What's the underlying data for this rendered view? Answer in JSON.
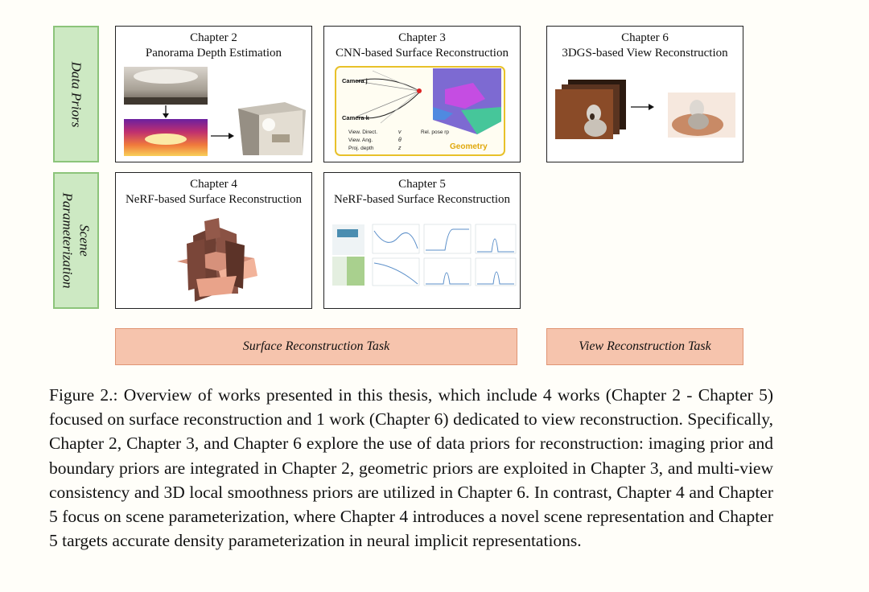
{
  "sidebar": {
    "data_priors": "Data Priors",
    "scene_param_line1": "Scene",
    "scene_param_line2": "Parameterization"
  },
  "panels": {
    "ch2": {
      "chapter": "Chapter 2",
      "title": "Panorama Depth Estimation"
    },
    "ch3": {
      "chapter": "Chapter 3",
      "title": "CNN-based Surface Reconstruction",
      "camera_j": "Camera j",
      "camera_k": "Camera k",
      "view_direct": "View. Direct.",
      "view_ang": "View. Ang.",
      "proj_depth": "Proj. depth",
      "sym_v": "v",
      "sym_theta": "θ",
      "sym_z": "z",
      "rel_pose": "Rel. pose rp",
      "geometry": "Geometry"
    },
    "ch4": {
      "chapter": "Chapter 4",
      "title": "NeRF-based Surface Reconstruction"
    },
    "ch5": {
      "chapter": "Chapter 5",
      "title": "NeRF-based Surface Reconstruction"
    },
    "ch6": {
      "chapter": "Chapter 6",
      "title": "3DGS-based View Reconstruction"
    }
  },
  "tasks": {
    "surface": "Surface Reconstruction Task",
    "view": "View Reconstruction Task"
  },
  "caption": "Figure 2.: Overview of works presented in this thesis, which include 4 works (Chapter 2 - Chapter 5) focused on surface reconstruction and 1 work (Chapter 6) dedicated to view reconstruction. Specifically, Chapter 2, Chapter 3, and Chapter 6 explore the use of data priors for reconstruction: imaging prior and boundary priors are integrated in Chapter 2, geometric priors are exploited in Chapter 3, and multi-view consistency and 3D local smoothness priors are utilized in Chapter 6. In contrast, Chapter 4 and Chapter 5 focus on scene parameterization, where Chapter 4 introduces a novel scene representation and Chapter 5 targets accurate density parameterization in neural implicit representations.",
  "colors": {
    "sidebar_fill": "#cde9c3",
    "sidebar_border": "#8cc47a",
    "task_fill": "#f6c4ad",
    "task_border": "#e09574",
    "geometry_frame": "#e8c12a"
  }
}
